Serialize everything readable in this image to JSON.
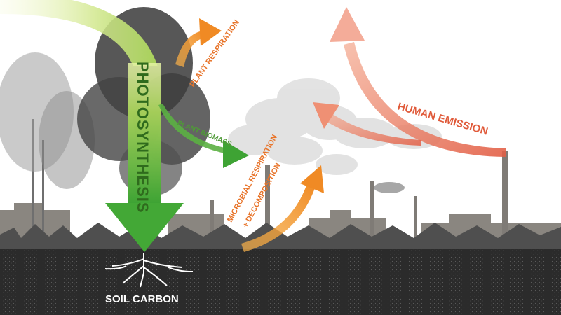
{
  "labels": {
    "photosynthesis": "PHOTOSYNTHESIS",
    "plant_respiration": "PLANT RESPIRATION",
    "plant_biomass": "PLANT BIOMASS",
    "microbial_line1": "MICROBIAL RESPIRATION",
    "microbial_line2": "+ DECOMPOSITION",
    "human_emission": "HUMAN EMISSION",
    "soil_carbon": "SOIL CARBON"
  },
  "colors": {
    "photosynthesis_green": "#4cae3a",
    "photosynthesis_text": "#2f6b1d",
    "orange": "#f08a24",
    "orange_text": "#e8742a",
    "salmon": "#ec7b5c",
    "salmon_text": "#e05a3a",
    "soil": "#2b2b2b",
    "ground_text": "#ffffff"
  },
  "icons": [
    "tree-icon",
    "smokestack-icon",
    "smoke-cloud-icon",
    "root-system-icon",
    "grass-icon"
  ]
}
